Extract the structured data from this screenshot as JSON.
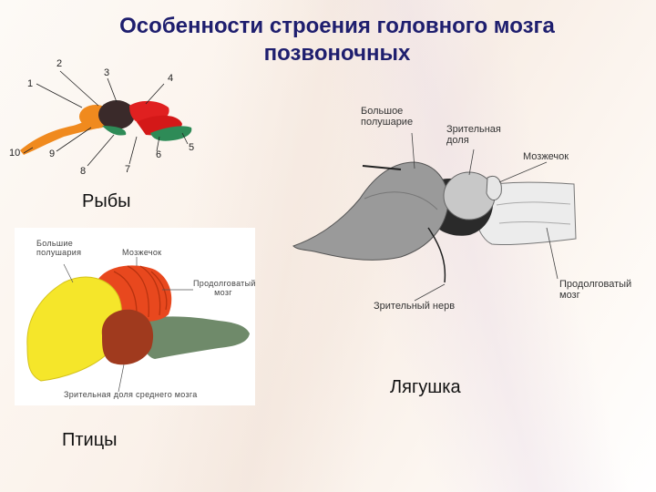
{
  "title": {
    "line1": "Особенности строения головного мозга",
    "line2": "позвоночных"
  },
  "fish": {
    "caption": "Рыбы",
    "numbers": [
      "1",
      "2",
      "3",
      "4",
      "5",
      "6",
      "7",
      "8",
      "9",
      "10"
    ],
    "colors": {
      "olfactory": "#f08a1e",
      "forebrain": "#3a2a2a",
      "midbrain": "#e02020",
      "medulla": "#2e8b57"
    }
  },
  "bird": {
    "caption": "Птицы",
    "labels": {
      "hemispheres": "Большие полушария",
      "cerebellum": "Мозжечок",
      "medulla": "Продолговатый мозг",
      "optic_lobe": "Зрительная доля среднего мозга"
    },
    "colors": {
      "hemispheres": "#f5e62a",
      "cerebellum": "#e8481e",
      "optic_lobe": "#a03a1e",
      "medulla": "#6f8a6a"
    }
  },
  "frog": {
    "caption": "Лягушка",
    "labels": {
      "hemisphere": "Большое полушарие",
      "optic_lobe": "Зрительная доля",
      "cerebellum": "Мозжечок",
      "medulla": "Продолговатый мозг",
      "optic_nerve": "Зрительный нерв"
    }
  }
}
